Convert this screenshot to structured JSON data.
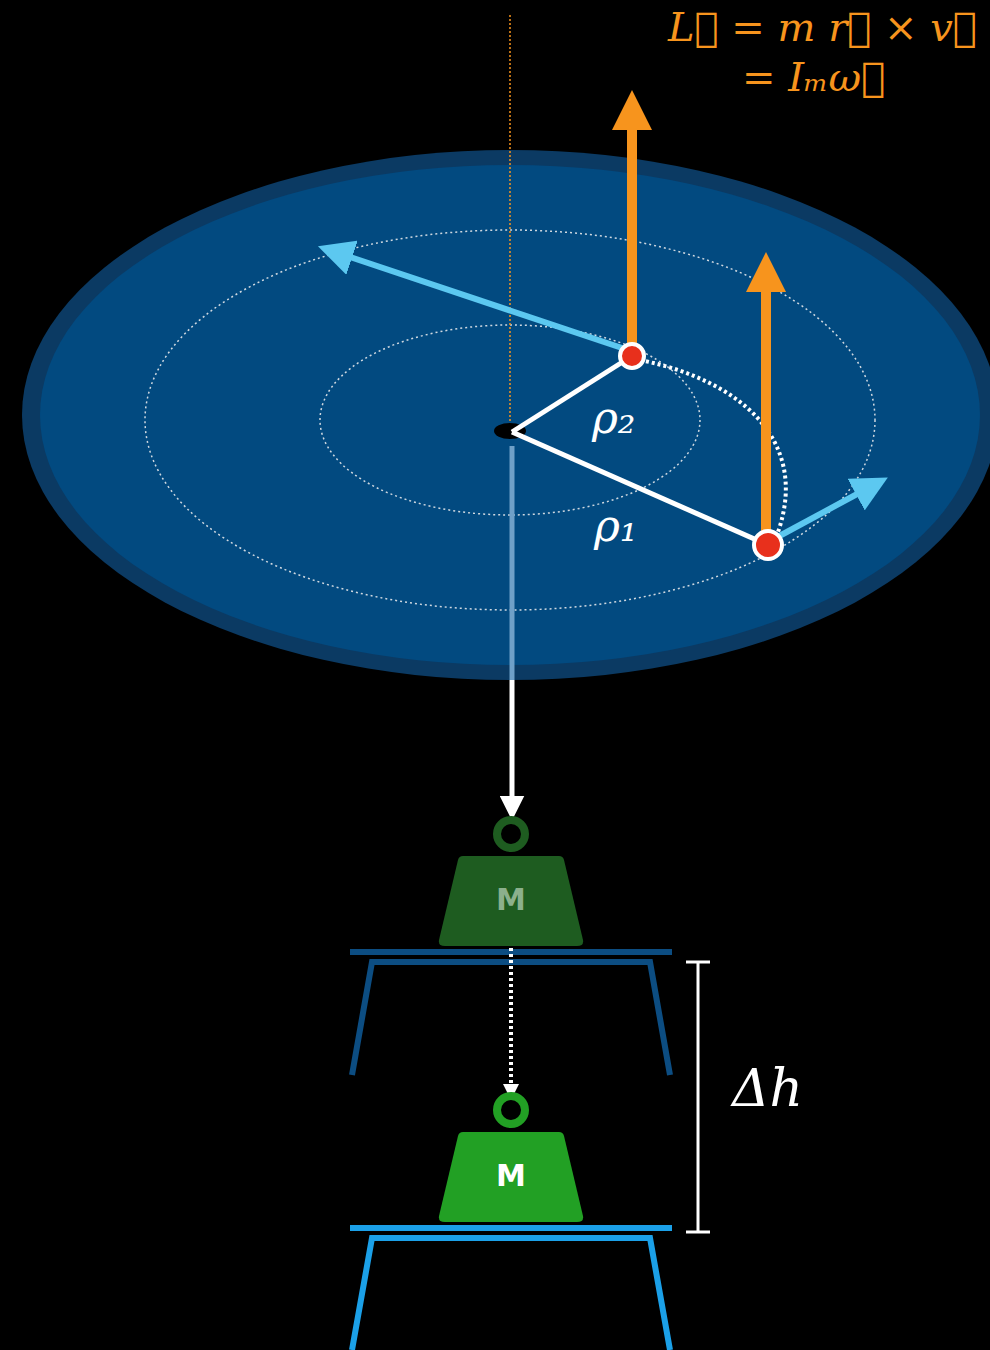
{
  "diagram": {
    "nodes": [
      {
        "text": [
          "M"
        ]
      },
      {
        "text": [
          "M"
        ]
      }
    ],
    "edges": [
      {
        "from": 0,
        "to": 1,
        "arrow": "to"
      }
    ],
    "labels": [
      "L⃗ = m r⃗ × v⃗",
      "= Iₘω⃗",
      "ρ₂",
      "ρ₁",
      "Δh"
    ]
  }
}
